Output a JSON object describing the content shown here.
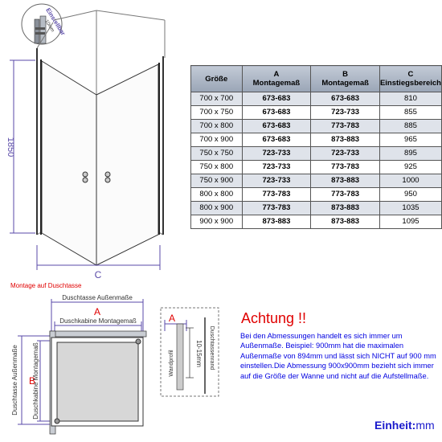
{
  "colors": {
    "dim_line": "#5a4aa8",
    "red_label": "#e00000",
    "blue_text": "#0000e0"
  },
  "top_drawing": {
    "detail_label": "Einstellbar",
    "detail_value": "10mm",
    "height_label": "1850",
    "width_label": "C"
  },
  "table": {
    "headers": [
      {
        "line1": "Größe",
        "line2": ""
      },
      {
        "line1": "A",
        "line2": "Montagemaß"
      },
      {
        "line1": "B",
        "line2": "Montagemaß"
      },
      {
        "line1": "C",
        "line2": "Einstiegsbereich"
      }
    ],
    "rows": [
      [
        "700 x 700",
        "673-683",
        "673-683",
        "810"
      ],
      [
        "700 x 750",
        "673-683",
        "723-733",
        "855"
      ],
      [
        "700 x 800",
        "673-683",
        "773-783",
        "885"
      ],
      [
        "700 x 900",
        "673-683",
        "873-883",
        "965"
      ],
      [
        "750 x 750",
        "723-733",
        "723-733",
        "895"
      ],
      [
        "750 x 800",
        "723-733",
        "773-783",
        "925"
      ],
      [
        "750 x 900",
        "723-733",
        "873-883",
        "1000"
      ],
      [
        "800 x 800",
        "773-783",
        "773-783",
        "950"
      ],
      [
        "800 x 900",
        "773-783",
        "873-883",
        "1035"
      ],
      [
        "900 x 900",
        "873-883",
        "873-883",
        "1095"
      ]
    ]
  },
  "mount_label": "Montage auf Duschtasse",
  "plan": {
    "tray_outer_width": "Duschtasse Außenmaße",
    "label_a": "A",
    "cabin_width": "Duschkabine Montagemaß",
    "tray_outer_height": "Duschtasse Außenmaße",
    "label_b": "B",
    "cabin_height": "Duschkabine Montagemaß"
  },
  "detail": {
    "label_a": "A",
    "gap": "10-15mm",
    "wall_profile": "Wandprofil",
    "tray_edge": "Duschtassenrand"
  },
  "warning_title": "Achtung !!",
  "warning_text": "Bei den Abmessungen handelt es sich immer um Außenmaße. Beispiel: 900mm hat die maximalen Außenmaße von 894mm und lässt sich NICHT auf 900 mm einstellen.Die Abmessung 900x900mm bezieht sich immer auf die Größe der Wanne und nicht auf die Aufstellmaße.",
  "unit_label": "Einheit:",
  "unit_value": "mm"
}
